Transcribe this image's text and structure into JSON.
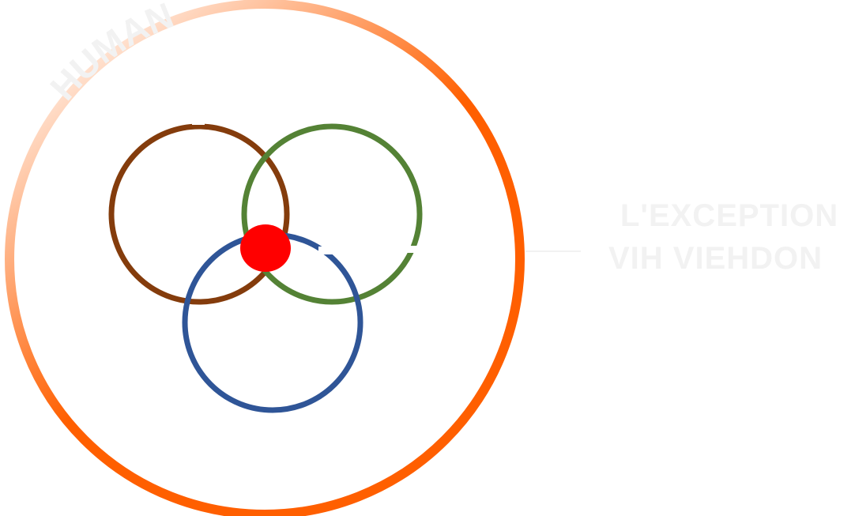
{
  "diagram": {
    "outer_label": "HUMAN",
    "callout_lines": [
      "L'EXCEPTION",
      "VIH VIEHDON"
    ],
    "colors": {
      "outer_gradient_start": "#ffffff",
      "outer_gradient_end": "#ff5f00",
      "circle_brown": "#843c0c",
      "circle_green": "#548235",
      "circle_blue": "#2f5597",
      "center_dot": "#ff0000",
      "faint_text": "#f2f2f2"
    }
  }
}
